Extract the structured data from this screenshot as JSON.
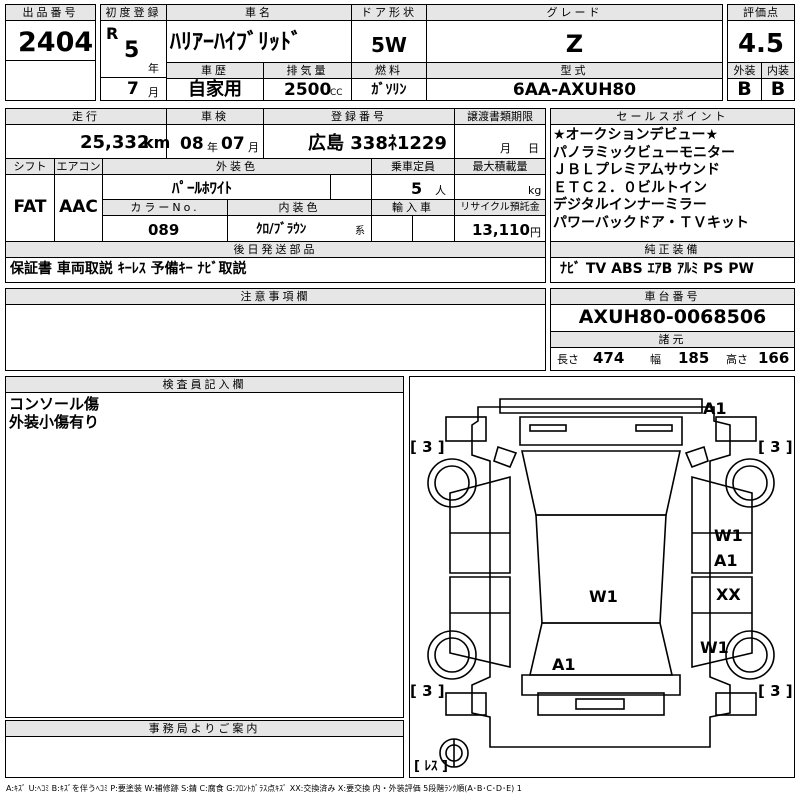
{
  "lot": {
    "label": "出品番号",
    "value": "2404"
  },
  "first_reg": {
    "label": "初度登録",
    "era": "R",
    "year": "5",
    "year_unit": "年",
    "month": "7",
    "month_unit": "月"
  },
  "car_name": {
    "label": "車名",
    "value": "ﾊﾘｱｰﾊｲﾌﾞﾘｯﾄﾞ"
  },
  "doors": {
    "label": "ドア形状",
    "value": "5W"
  },
  "grade": {
    "label": "グレード",
    "value": "Z"
  },
  "score": {
    "label": "評価点",
    "value": "4.5"
  },
  "history": {
    "label": "車歴",
    "value": "自家用"
  },
  "displacement": {
    "label": "排気量",
    "value": "2500",
    "unit": "CC"
  },
  "fuel": {
    "label": "燃料",
    "value": "ｶﾞｿﾘﾝ"
  },
  "model": {
    "label": "型式",
    "value": "6AA-AXUH80"
  },
  "exterior_grade": {
    "label": "外装",
    "value": "B"
  },
  "interior_grade": {
    "label": "内装",
    "value": "B"
  },
  "mileage": {
    "label": "走行",
    "value": "25,332",
    "unit": "km"
  },
  "inspection": {
    "label": "車検",
    "year": "08",
    "year_unit": "年",
    "month": "07",
    "month_unit": "月"
  },
  "registration": {
    "label": "登録番号",
    "value": "広島 338ﾈ1229"
  },
  "transfer_deadline": {
    "label": "譲渡書類期限",
    "month_unit": "月",
    "day_unit": "日"
  },
  "shift": {
    "label": "シフト",
    "value": "FAT"
  },
  "aircon": {
    "label": "エアコン",
    "value": "AAC"
  },
  "ext_color": {
    "label": "外装色",
    "value": "ﾊﾟｰﾙﾎﾜｲﾄ"
  },
  "capacity": {
    "label": "乗車定員",
    "value": "5",
    "unit": "人"
  },
  "max_load": {
    "label": "最大積載量",
    "unit": "kg"
  },
  "color_no": {
    "label": "カラーNo.",
    "value": "089"
  },
  "int_color": {
    "label": "内装色",
    "value": "ｸﾛ/ﾌﾞﾗｳﾝ",
    "unit": "系"
  },
  "import": {
    "label": "輸入車"
  },
  "recycle": {
    "label": "リサイクル預託金",
    "value": "13,110",
    "unit": "円"
  },
  "later_parts": {
    "label": "後日発送部品",
    "value": "保証書 車両取説 ｷｰﾚｽ 予備ｷｰ ﾅﾋﾞ取説"
  },
  "sales_points": {
    "label": "セールスポイント",
    "items": [
      "★オークションデビュー★",
      "パノラミックビューモニター",
      "ＪＢＬプレミアムサウンド",
      "ＥＴＣ２．０ビルトイン",
      "デジタルインナーミラー",
      "パワーバックドア・ＴＶキット"
    ]
  },
  "equipment": {
    "label": "純正装備",
    "value": "ﾅﾋﾞ TV ABS ｴｱB ｱﾙﾐ PS PW"
  },
  "notes": {
    "label": "注意事項欄"
  },
  "chassis": {
    "label": "車台番号",
    "value": "AXUH80-0068506"
  },
  "dimensions": {
    "label": "諸元",
    "length_label": "長さ",
    "length": "474",
    "width_label": "幅",
    "width": "185",
    "height_label": "高さ",
    "height": "166"
  },
  "inspector": {
    "label": "検査員記入欄",
    "lines": [
      "コンソール傷",
      "外装小傷有り"
    ]
  },
  "office": {
    "label": "事務局よりご案内"
  },
  "diagram": {
    "tire_fl": "[ 3 ]",
    "tire_fr": "[ 3 ]",
    "tire_rl": "[ 3 ]",
    "tire_rr": "[ 3 ]",
    "spare": "[ ﾚｽ ]",
    "marks": {
      "front": "A1",
      "right_front_door": "W1",
      "right_front_door2": "A1",
      "right_rear_door": "XX",
      "right_rear": "W1",
      "roof": "W1",
      "rear": "A1"
    }
  },
  "legend": "A:ｷｽﾞ U:ﾍｺﾐ B:ｷｽﾞを伴うﾍｺﾐ P:要塗装 W:補修跡 S:錆 C:腐食 G:ﾌﾛﾝﾄｶﾞﾗｽ点ｷｽﾞ XX:交換済み X:要交換 内・外装評価 5段階ﾗﾝｸ順(A･B･C･D･E) 1"
}
